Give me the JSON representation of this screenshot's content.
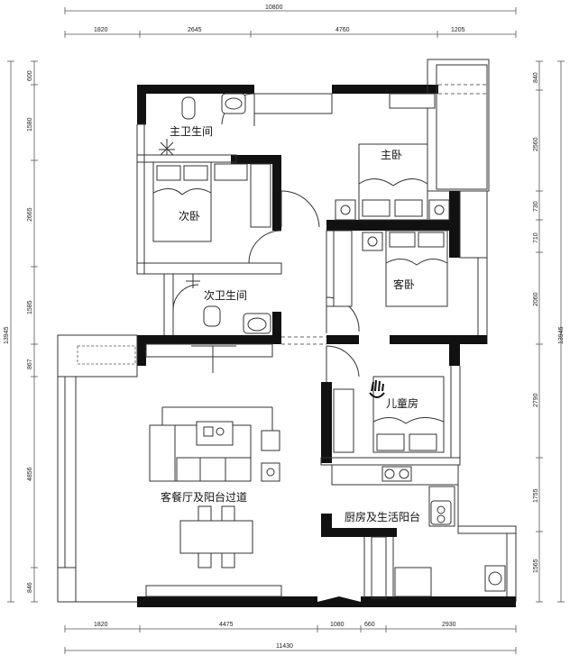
{
  "dimensions": {
    "top_total": "10800",
    "top_segments": [
      "1820",
      "2645",
      "4760",
      "1205"
    ],
    "bottom_segments": [
      "1820",
      "4475",
      "1080",
      "660",
      "2930"
    ],
    "bottom_total": "11430",
    "left_total": "13945",
    "left_segments": [
      "600",
      "1580",
      "2665",
      "1585",
      "867",
      "4856",
      "846"
    ],
    "right_total": "13945",
    "right_segments": [
      "840",
      "2560",
      "730",
      "710",
      "2060",
      "2790",
      "1755",
      "1565"
    ]
  },
  "rooms": {
    "master_bath": "主卫生间",
    "master_bedroom": "主卧",
    "second_bedroom": "次卧",
    "second_bath": "次卫生间",
    "guest_bedroom": "客卧",
    "kids_room": "儿童房",
    "living_dining": "客餐厅及阳台过道",
    "kitchen": "厨房及生活阳台"
  },
  "icons": {
    "hand": "hand-icon",
    "stove": "stove-icon",
    "sink": "sink-icon",
    "washer": "washing-machine-icon"
  }
}
